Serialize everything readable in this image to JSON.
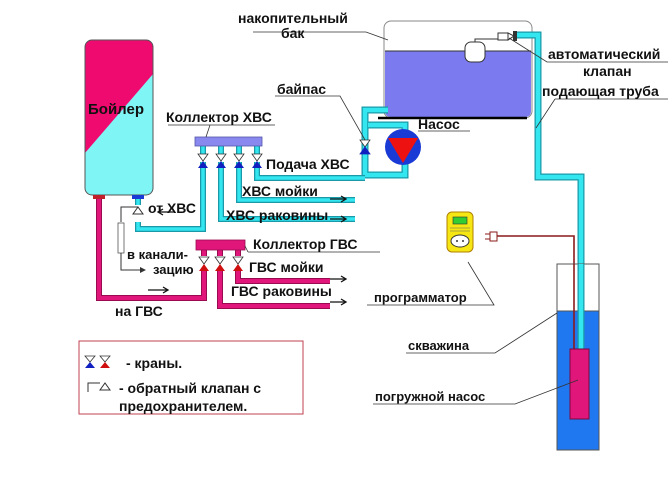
{
  "colors": {
    "cold": "#33e6f0",
    "cold_outline": "#1a9aa8",
    "hot": "#e0167a",
    "hot_outline": "#9a0a50",
    "tank_water": "#7b7bef",
    "well_water": "#1f78f0",
    "pump_body": "#1a3ad6",
    "pump_triangle": "#ee1111",
    "valve_blue": "#1020c0",
    "valve_red": "#d01010",
    "boiler_hot": "#ee0a6e",
    "boiler_cold": "#80f5f5",
    "collector_cold": "#8888ee",
    "programmer_body": "#f5e614",
    "programmer_screen": "#33cc33",
    "cable": "#8b1a1a",
    "legend_border": "#c04050"
  },
  "labels": {
    "tank": [
      "накопительный",
      "бак"
    ],
    "bypass": "байпас",
    "pump": "Насос",
    "auto_valve": [
      "автоматический",
      "клапан"
    ],
    "supply_pipe": "подающая труба",
    "boiler": "Бойлер",
    "collector_cold": "Коллектор ХВС",
    "cold_supply": "Подача ХВС",
    "cold_sink_kitchen": "ХВС мойки",
    "cold_sink_bath": "ХВС раковины",
    "from_cold": "от ХВС",
    "to_sewer": [
      "в канали-",
      "зацию"
    ],
    "collector_hot": "Коллектор ГВС",
    "hot_sink_kitchen": "ГВС мойки",
    "hot_sink_bath": "ГВС раковины",
    "to_hot": "на ГВС",
    "programmer": "программатор",
    "well": "скважина",
    "submersible_pump": "погружной насос"
  },
  "legend": {
    "items": [
      {
        "icon": "valve-icon",
        "text": "- краны."
      },
      {
        "icon": "check-valve-icon",
        "text": "- обратный клапан с"
      },
      {
        "icon": "",
        "text": "предохранителем."
      }
    ]
  }
}
